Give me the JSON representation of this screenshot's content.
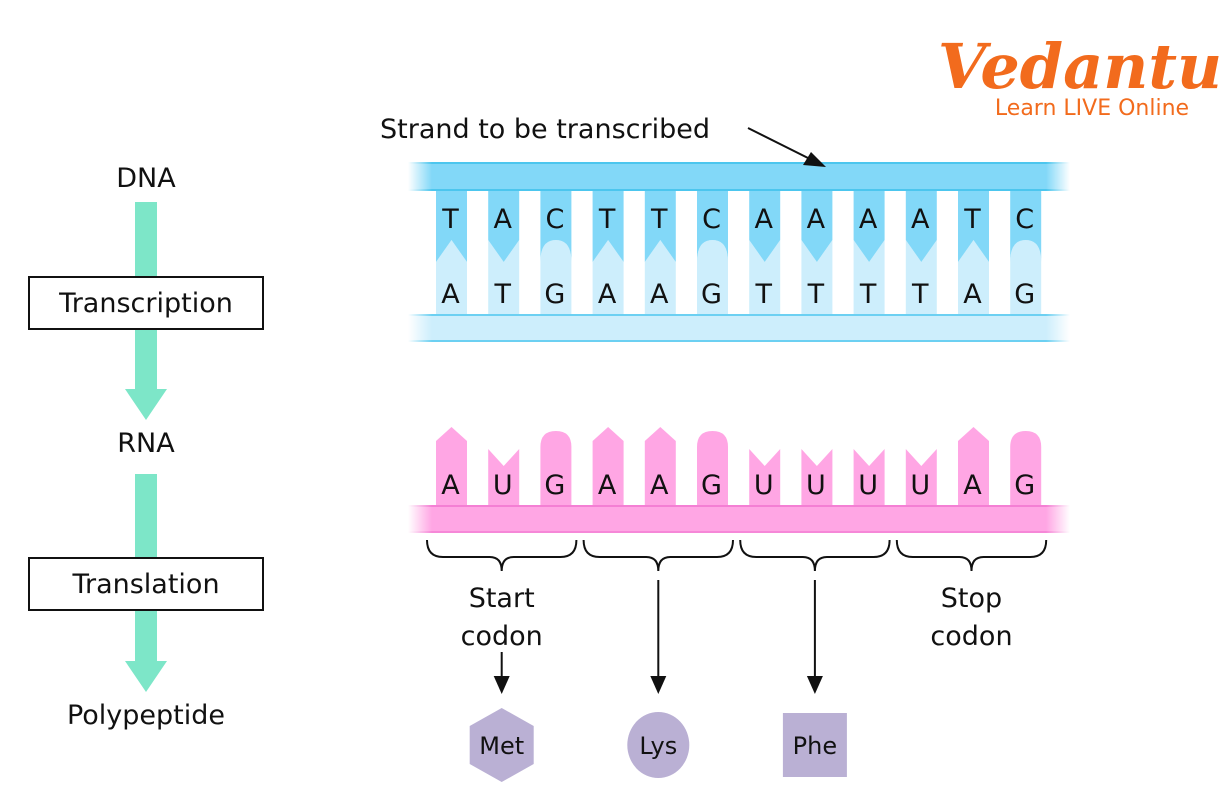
{
  "logo": {
    "brand": "Vedantu",
    "tagline": "Learn LIVE Online",
    "color": "#f26b1d"
  },
  "flow": {
    "steps": [
      "DNA",
      "RNA",
      "Polypeptide"
    ],
    "processes": [
      "Transcription",
      "Translation"
    ],
    "arrow_color": "#7de6c8"
  },
  "dna": {
    "annotation": "Strand to be transcribed",
    "template_strand": [
      "T",
      "A",
      "C",
      "T",
      "T",
      "C",
      "A",
      "A",
      "A",
      "A",
      "T",
      "C"
    ],
    "complement_strand": [
      "A",
      "T",
      "G",
      "A",
      "A",
      "G",
      "T",
      "T",
      "T",
      "T",
      "A",
      "G"
    ],
    "template_color": "#82d8f8",
    "complement_color": "#cdeefc",
    "edge_color": "#4cc6ee"
  },
  "rna": {
    "bases": [
      "A",
      "U",
      "G",
      "A",
      "A",
      "G",
      "U",
      "U",
      "U",
      "U",
      "A",
      "G"
    ],
    "color": "#ffa6e4",
    "edge_color": "#f47fd4"
  },
  "codons": [
    {
      "label_lines": [
        "Start",
        "codon"
      ],
      "amino_acid": "Met",
      "shape": "hexagon"
    },
    {
      "label_lines": [],
      "amino_acid": "Lys",
      "shape": "circle"
    },
    {
      "label_lines": [],
      "amino_acid": "Phe",
      "shape": "square"
    },
    {
      "label_lines": [
        "Stop",
        "codon"
      ],
      "amino_acid": null,
      "shape": null
    }
  ],
  "amino_acid_color": "#bab0d4"
}
